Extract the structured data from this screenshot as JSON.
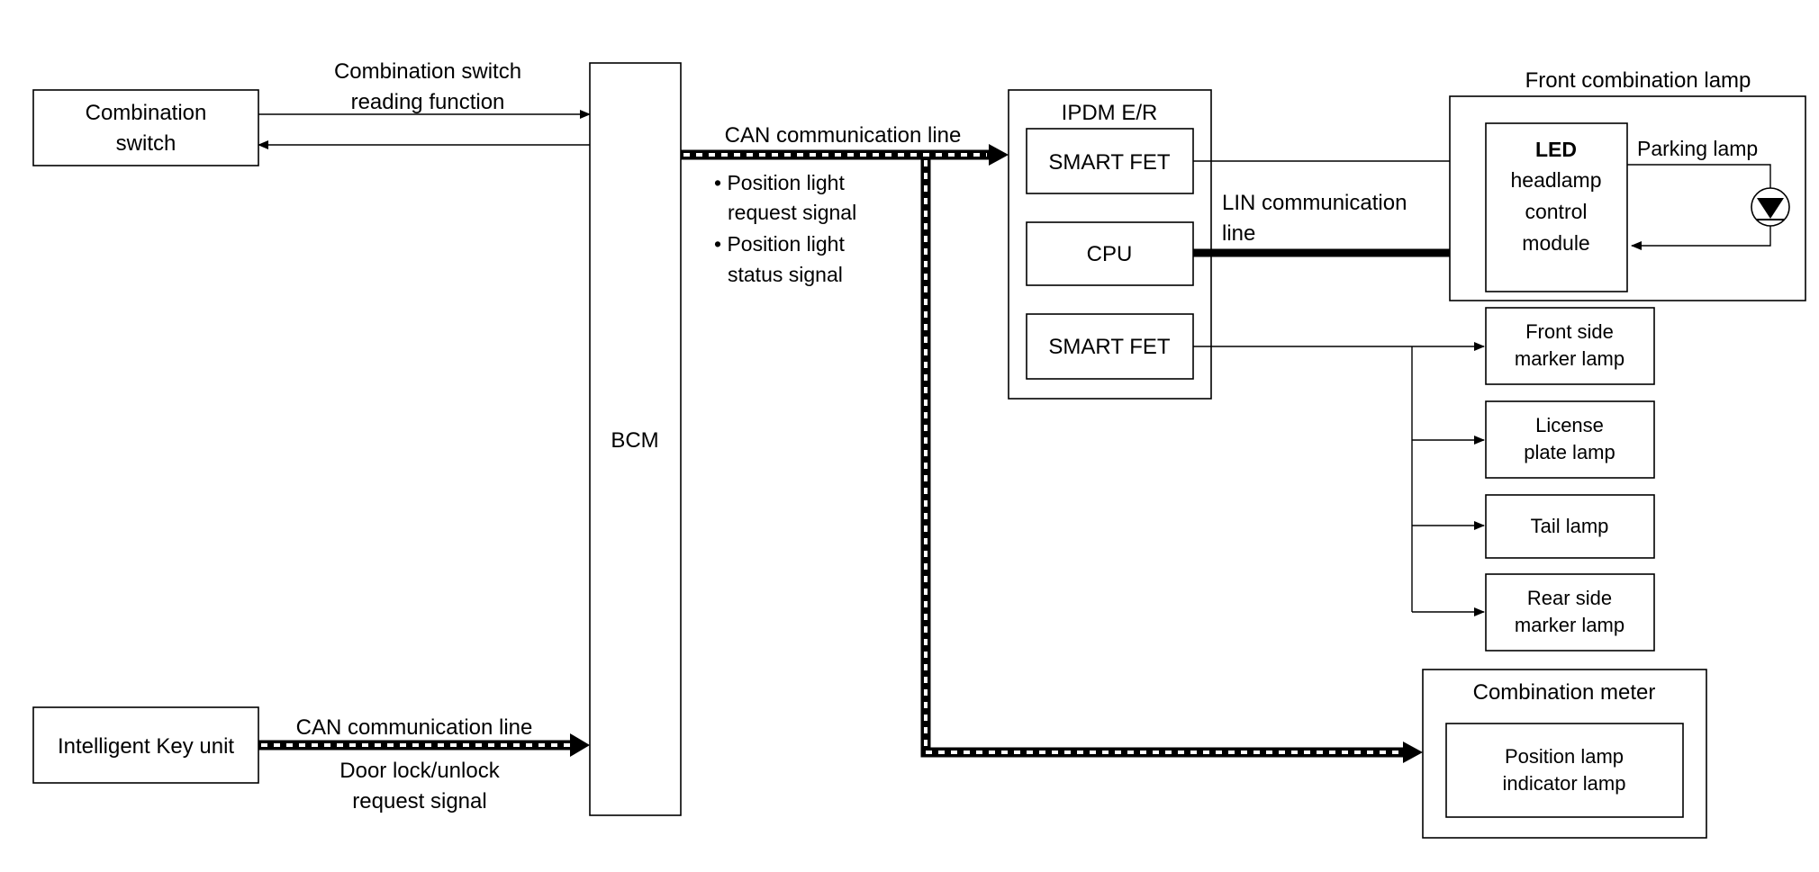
{
  "boxes": {
    "combination_switch": [
      "Combination",
      "switch"
    ],
    "intelligent_key": "Intelligent Key unit",
    "bcm": "BCM",
    "ipdm_title": "IPDM E/R",
    "smart_fet_1": "SMART FET",
    "cpu": "CPU",
    "smart_fet_2": "SMART FET",
    "front_combination_lamp": "Front combination lamp",
    "led_module": [
      "LED",
      "headlamp",
      "control",
      "module"
    ],
    "parking_lamp": "Parking lamp",
    "front_side_marker": [
      "Front side",
      "marker lamp"
    ],
    "license_plate": [
      "License",
      "plate lamp"
    ],
    "tail_lamp": "Tail lamp",
    "rear_side_marker": [
      "Rear side",
      "marker lamp"
    ],
    "combination_meter": "Combination meter",
    "position_indicator": [
      "Position lamp",
      "indicator lamp"
    ]
  },
  "labels": {
    "combination_switch_reading": [
      "Combination switch",
      "reading function"
    ],
    "can_line_top": "CAN communication line",
    "position_signals": [
      "• Position light",
      "request signal",
      "• Position light",
      "status signal"
    ],
    "lin_line": [
      "LIN communication",
      "line"
    ],
    "can_line_bottom": "CAN communication line",
    "door_lock_signal": [
      "Door lock/unlock",
      "request signal"
    ]
  }
}
